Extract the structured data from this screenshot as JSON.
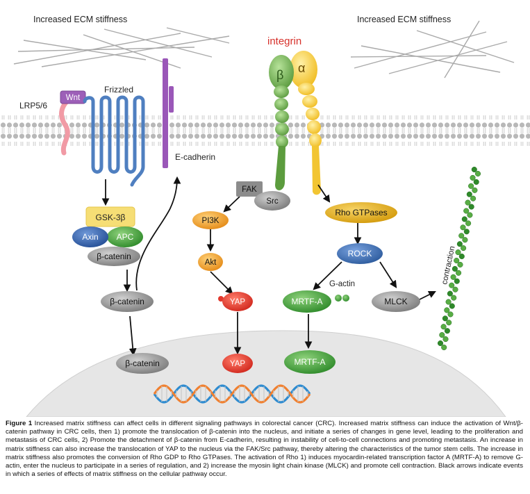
{
  "labels": {
    "ecm_left": "Increased ECM stiffness",
    "ecm_right": "Increased ECM stiffness",
    "integrin": "integrin",
    "beta": "β",
    "alpha": "α",
    "wnt": "Wnt",
    "frizzled": "Frizzled",
    "lrp": "LRP5/6",
    "ecadherin": "E-cadherin",
    "gsk": "GSK-3β",
    "axin": "Axin",
    "apc": "APC",
    "bcat_complex": "β-catenin",
    "bcat_cyto": "β-catenin",
    "bcat_nuc": "β-catenin",
    "fak": "FAK",
    "src": "Src",
    "pi3k": "PI3K",
    "akt": "Akt",
    "yap_cyto": "YAP",
    "yap_nuc": "YAP",
    "rho": "Rho GTPases",
    "rock": "ROCK",
    "gactin": "G-actin",
    "mrtf_cyto": "MRTF-A",
    "mrtf_nuc": "MRTF-A",
    "mlck": "MLCK",
    "contraction": "contraction"
  },
  "caption": {
    "lead": "Figure 1",
    "text": " Increased matrix stiffness can affect cells in different signaling pathways in colorectal cancer (CRC). Increased matrix stiffness can induce the activation of Wnt/β-catenin pathway in CRC cells, then 1) promote the translocation of β-catenin into the nucleus, and initiate a series of changes in gene level, leading to the proliferation and metastasis of CRC cells, 2) Promote the detachment of β-catenin from E-cadherin, resulting in instability of cell-to-cell connections and promoting metastasis. An increase in matrix stiffness can also increase the translocation of YAP to the nucleus via the FAK/Src pathway, thereby altering the characteristics of the tumor stem cells. The increase in matrix stiffness also promotes the conversion of Rho GDP to Rho GTPases. The activation of Rho 1) induces myocardin-related transcription factor A (MRTF-A) to remove G-actin, enter the nucleus to participate in a series of regulation, and 2) increase the myosin light chain kinase (MLCK) and promote cell contraction. Black arrows indicate events in which a series of effects of matrix stiffness on the cellular pathway occur."
  },
  "colors": {
    "membrane": "#b5b5b5",
    "frizzled": "#4f7fc0",
    "wnt": "#9d5fb8",
    "ecadherin": "#9a57b8",
    "lrp": "#f19aa5",
    "integrin_beta": "#7cb55a",
    "integrin_alpha": "#f3cc3d",
    "gray_node": "#8c8c8c",
    "orange_node": "#f2a52a",
    "red_node": "#e2382c",
    "rho_node": "#e2ac1f",
    "rock_node": "#3e6fb3",
    "green_node": "#3f9c3a",
    "axin_node": "#3562a8",
    "gsk_box": "#f6de75",
    "nucleus": "#e6e6e6",
    "dna_blue": "#2e8bd0",
    "dna_orange": "#f08030",
    "integrin_label": "#d6302a"
  }
}
